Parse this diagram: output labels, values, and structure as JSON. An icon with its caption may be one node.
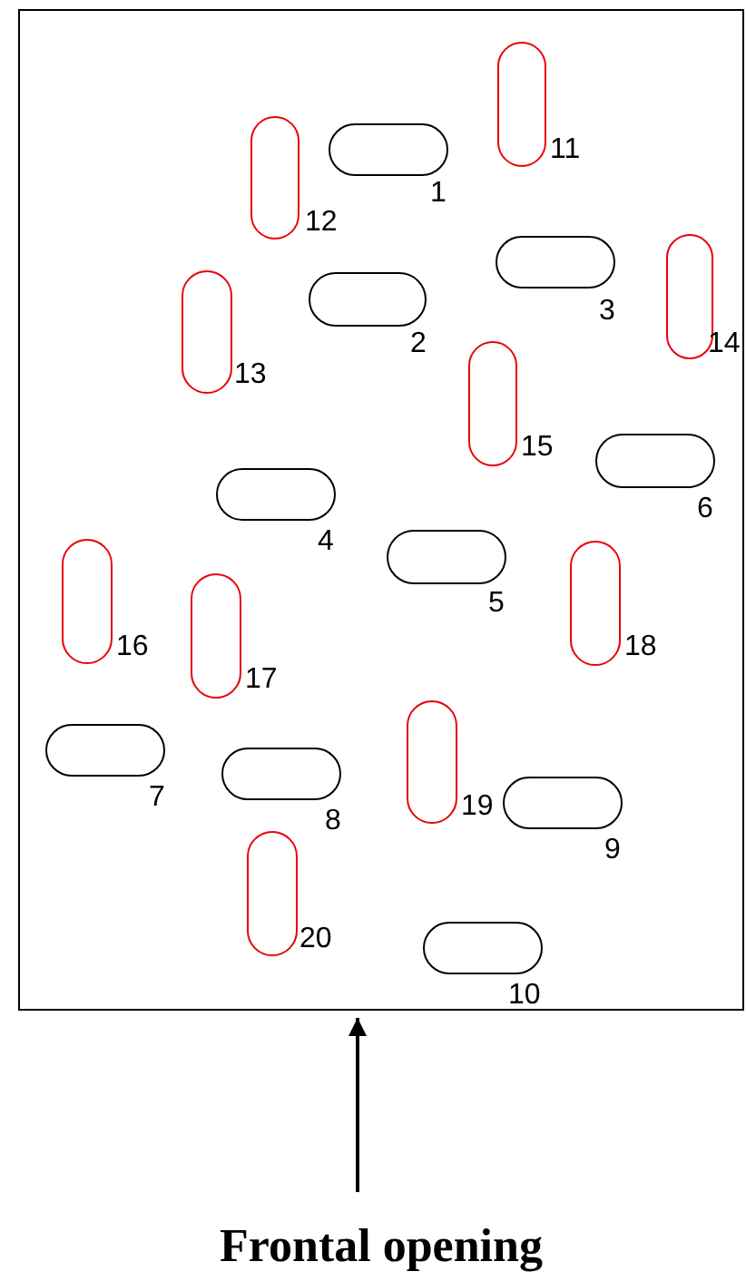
{
  "diagram": {
    "nodes": [
      {
        "text": [],
        "shape": "box"
      },
      {
        "text": [],
        "shape": "capsule",
        "beside": [
          "1"
        ],
        "in": 0
      },
      {
        "text": [],
        "shape": "capsule",
        "beside": [
          "2"
        ],
        "in": 0
      },
      {
        "text": [],
        "shape": "capsule",
        "beside": [
          "3"
        ],
        "in": 0
      },
      {
        "text": [],
        "shape": "capsule",
        "beside": [
          "4"
        ],
        "in": 0
      },
      {
        "text": [],
        "shape": "capsule",
        "beside": [
          "5"
        ],
        "in": 0
      },
      {
        "text": [],
        "shape": "capsule",
        "beside": [
          "6"
        ],
        "in": 0
      },
      {
        "text": [],
        "shape": "capsule",
        "beside": [
          "7"
        ],
        "in": 0
      },
      {
        "text": [],
        "shape": "capsule",
        "beside": [
          "8"
        ],
        "in": 0
      },
      {
        "text": [],
        "shape": "capsule",
        "beside": [
          "9"
        ],
        "in": 0
      },
      {
        "text": [],
        "shape": "capsule",
        "beside": [
          "10"
        ],
        "in": 0
      },
      {
        "text": [],
        "shape": "capsule",
        "beside": [
          "11"
        ],
        "in": 0
      },
      {
        "text": [],
        "shape": "capsule",
        "beside": [
          "12"
        ],
        "in": 0
      },
      {
        "text": [],
        "shape": "capsule",
        "beside": [
          "13"
        ],
        "in": 0
      },
      {
        "text": [],
        "shape": "capsule",
        "beside": [
          "14"
        ],
        "in": 0
      },
      {
        "text": [],
        "shape": "capsule",
        "beside": [
          "15"
        ],
        "in": 0
      },
      {
        "text": [],
        "shape": "capsule",
        "beside": [
          "16"
        ],
        "in": 0
      },
      {
        "text": [],
        "shape": "capsule",
        "beside": [
          "17"
        ],
        "in": 0
      },
      {
        "text": [],
        "shape": "capsule",
        "beside": [
          "18"
        ],
        "in": 0
      },
      {
        "text": [],
        "shape": "capsule",
        "beside": [
          "19"
        ],
        "in": 0
      },
      {
        "text": [],
        "shape": "capsule",
        "beside": [
          "20"
        ],
        "in": 0
      },
      {
        "text": [
          "Frontal opening"
        ]
      }
    ],
    "edges": [
      {
        "from": 21,
        "to": 0,
        "arrow": "to"
      }
    ]
  }
}
